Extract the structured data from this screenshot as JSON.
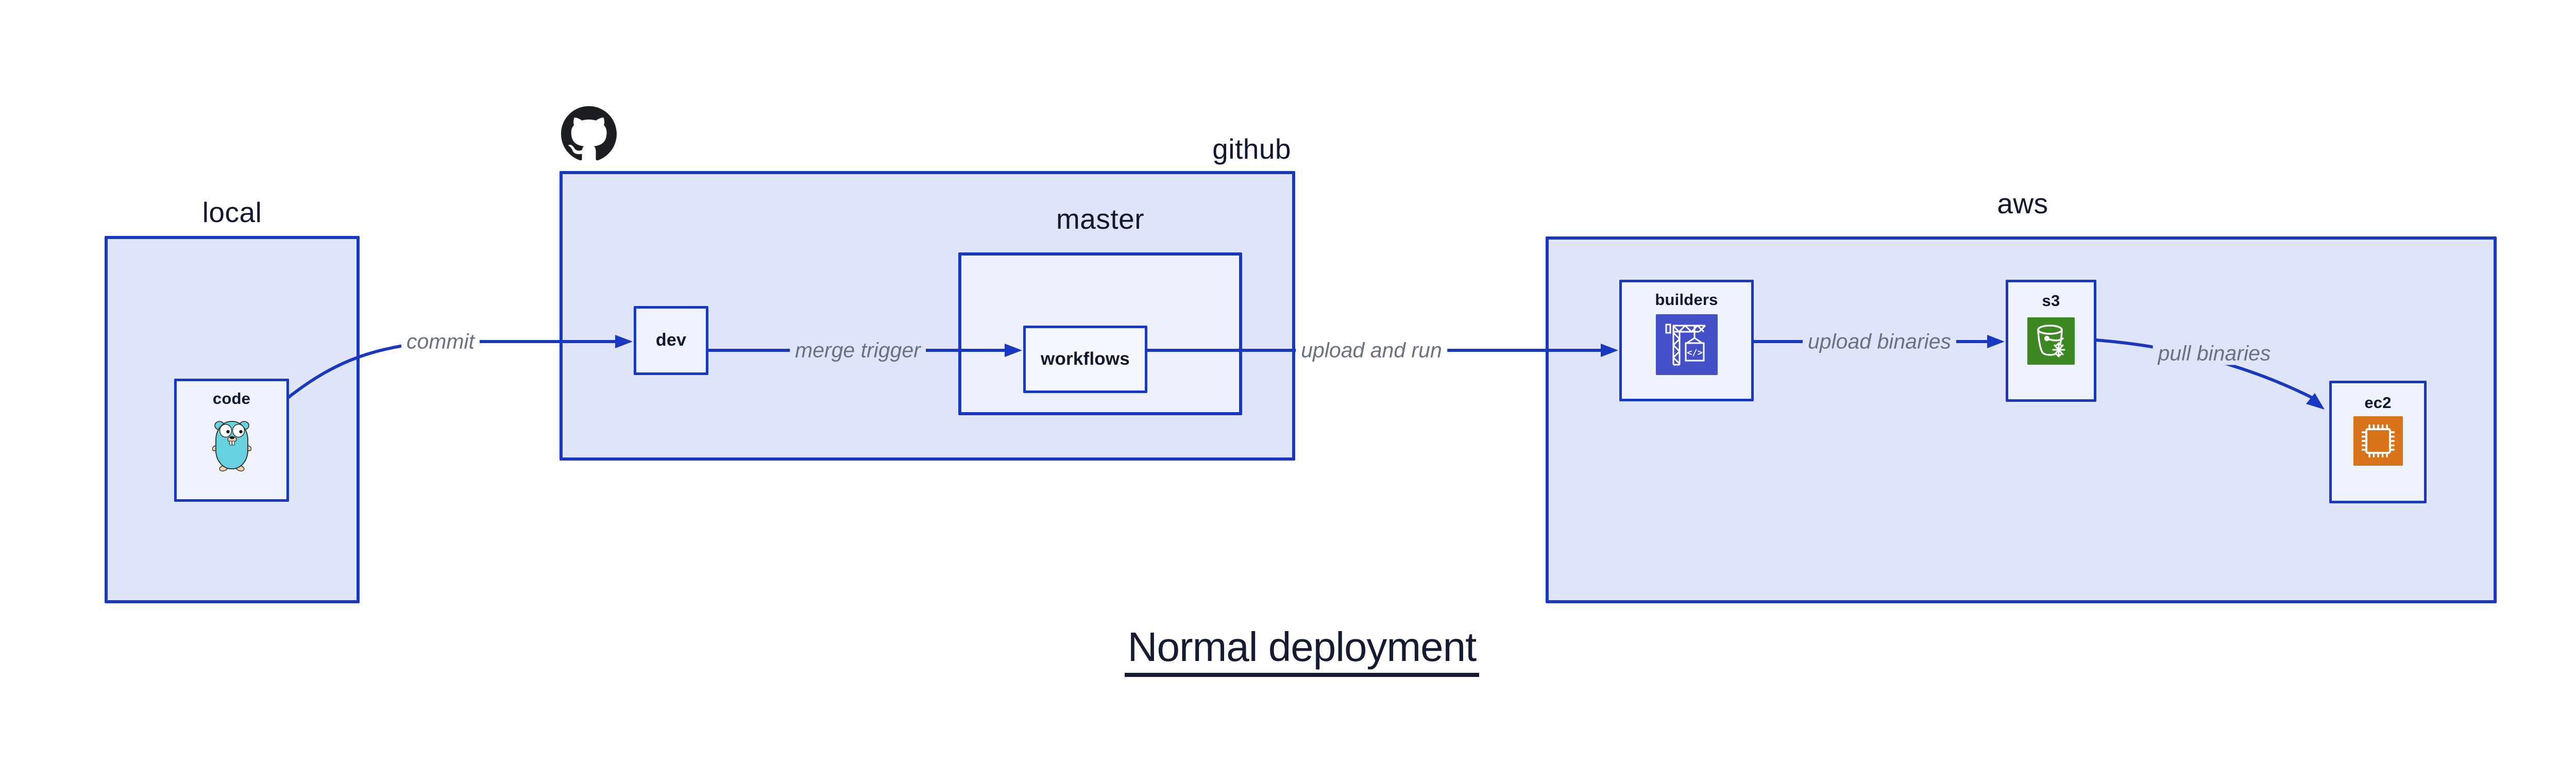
{
  "diagram_title": "Normal deployment",
  "groups": {
    "local": {
      "label": "local"
    },
    "github": {
      "label": "github"
    },
    "master": {
      "label": "master"
    },
    "aws": {
      "label": "aws"
    }
  },
  "nodes": {
    "code": {
      "label": "code",
      "icon": "go-gopher-icon"
    },
    "dev": {
      "label": "dev"
    },
    "workflows": {
      "label": "workflows"
    },
    "builders": {
      "label": "builders",
      "icon": "codebuild-crane-icon",
      "icon_bg": "#4450c8"
    },
    "s3": {
      "label": "s3",
      "icon": "s3-bucket-snowflake-icon",
      "icon_bg": "#3e8824"
    },
    "ec2": {
      "label": "ec2",
      "icon": "ec2-chip-icon",
      "icon_bg": "#d9731a"
    }
  },
  "arrows": {
    "commit": {
      "label": "commit",
      "from": "code",
      "to": "dev"
    },
    "merge_trigger": {
      "label": "merge trigger",
      "from": "dev",
      "to": "workflows"
    },
    "upload_and_run": {
      "label": "upload and run",
      "from": "workflows",
      "to": "builders"
    },
    "upload_binaries": {
      "label": "upload binaries",
      "from": "builders",
      "to": "s3"
    },
    "pull_binaries": {
      "label": "pull binaries",
      "from": "s3",
      "to": "ec2"
    }
  },
  "colors": {
    "connector_blue": "#1838bf",
    "group_fill": "#dfe4f8",
    "inner_fill": "#eef2fc",
    "arrow_label_gray": "#6a7280",
    "text_navy": "#10172e",
    "github_black": "#1b1f24",
    "gopher_teal": "#66d2e0",
    "builders_purple": "#4450c8",
    "s3_green": "#3e8824",
    "ec2_orange": "#d9731a"
  }
}
